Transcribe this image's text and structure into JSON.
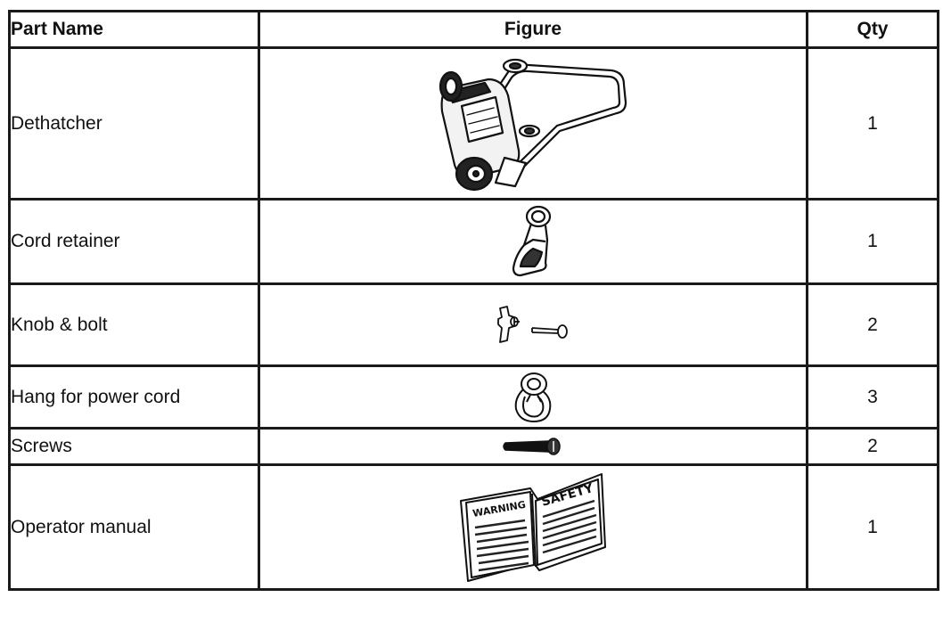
{
  "table": {
    "headers": {
      "part_name": "Part Name",
      "figure": "Figure",
      "qty": "Qty"
    },
    "rows": [
      {
        "part_name": "Dethatcher",
        "figure_icon": "dethatcher-icon",
        "qty": "1"
      },
      {
        "part_name": "Cord retainer",
        "figure_icon": "cord-retainer-icon",
        "qty": "1"
      },
      {
        "part_name": "Knob & bolt",
        "figure_icon": "knob-and-bolt-icon",
        "qty": "2"
      },
      {
        "part_name": "Hang for power cord",
        "figure_icon": "cord-hanger-icon",
        "qty": "3"
      },
      {
        "part_name": "Screws",
        "figure_icon": "screw-icon",
        "qty": "2"
      },
      {
        "part_name": "Operator manual",
        "figure_icon": "manual-book-icon",
        "qty": "1"
      }
    ]
  },
  "figures": {
    "manual_left_page": "WARNING",
    "manual_right_page": "SAFETY"
  }
}
